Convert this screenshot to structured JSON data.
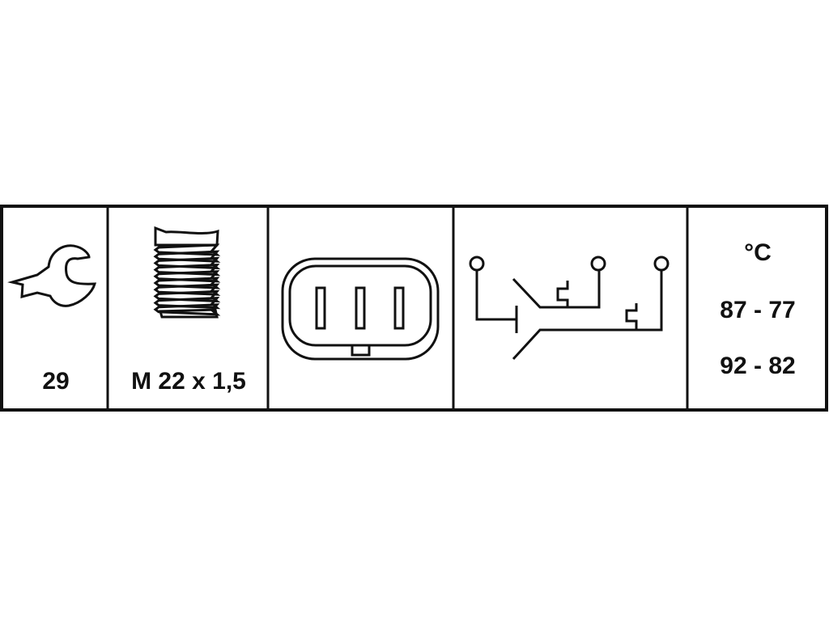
{
  "cells": {
    "wrench": {
      "icon": "wrench-icon",
      "size": "29"
    },
    "thread": {
      "icon": "thread-icon",
      "spec": "M 22 x 1,5"
    },
    "connector": {
      "icon": "connector-3-pin-icon"
    },
    "schematic": {
      "icon": "dual-thermo-switch-schematic-icon"
    },
    "temperature": {
      "unit": "°C",
      "range1": "87 - 77",
      "range2": "92 - 82"
    }
  }
}
